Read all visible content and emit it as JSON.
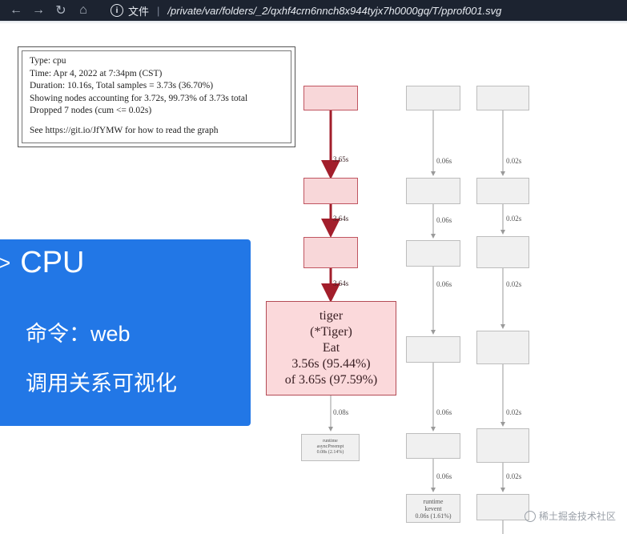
{
  "browser": {
    "back_icon": "arrow-left-icon",
    "forward_icon": "arrow-right-icon",
    "reload_icon": "reload-icon",
    "home_icon": "home-icon",
    "info_icon": "info-icon",
    "scheme_label": "文件",
    "url": "/private/var/folders/_2/qxhf4crn6nnch8x944tyjx7h0000gq/T/pprof001.svg"
  },
  "profile_info": {
    "type": "Type: cpu",
    "time": "Time: Apr 4, 2022 at 7:34pm (CST)",
    "duration": "Duration: 10.16s, Total samples = 3.73s (36.70%)",
    "showing": "Showing nodes accounting for 3.72s, 99.73% of 3.73s total",
    "dropped": "Dropped 7 nodes (cum <= 0.02s)",
    "help": "See https://git.io/JfYMW for how to read the graph"
  },
  "graph": {
    "main_chain_edges": [
      "3.65s",
      "3.64s",
      "3.64s"
    ],
    "tiger_node": {
      "name": "tiger",
      "receiver": "(*Tiger)",
      "method": "Eat",
      "flat": "3.56s (95.44%)",
      "cum": "of 3.65s (97.59%)"
    },
    "tiger_child_edge": "0.08s",
    "tiger_child_node": [
      "runtime",
      "asyncPreempt",
      "0.08s (2.14%)"
    ],
    "middle_column_edges": [
      "0.06s",
      "0.06s",
      "0.06s",
      "0.06s",
      "0.06s"
    ],
    "middle_bottom_node": [
      "runtime",
      "kevent",
      "0.06s (1.61%)"
    ],
    "right_column_edges": [
      "0.02s",
      "0.02s",
      "0.02s",
      "0.02s",
      "0.02s"
    ]
  },
  "overlay": {
    "title": "CPU",
    "line1": "命令：web",
    "line2": "调用关系可视化"
  },
  "watermark": "稀土掘金技术社区"
}
